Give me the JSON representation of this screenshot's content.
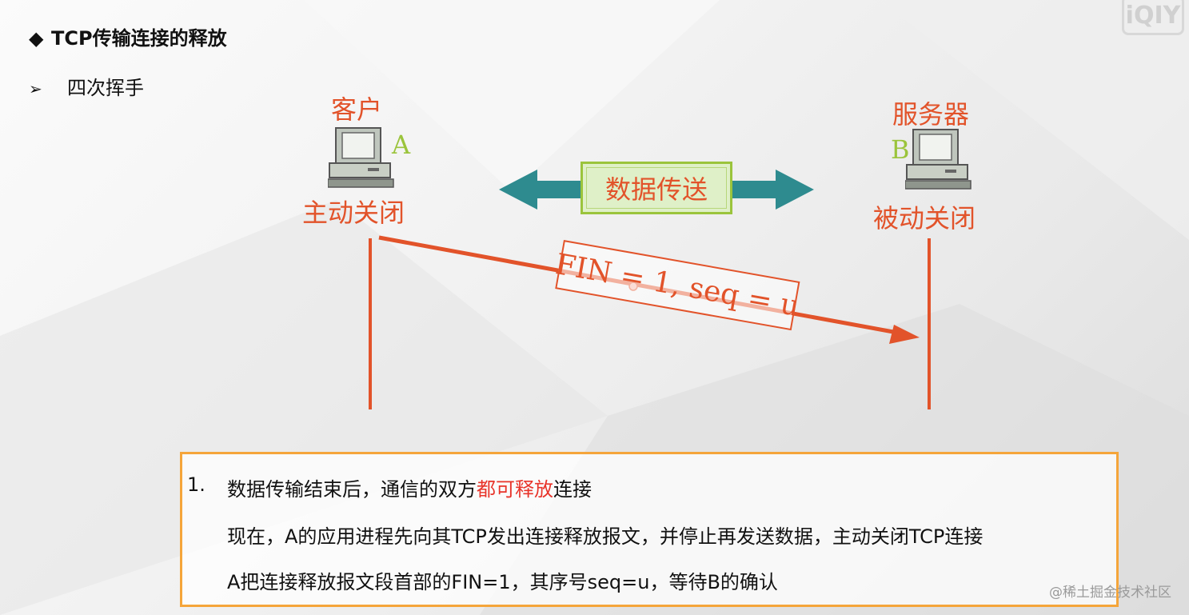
{
  "heading": {
    "bullet": "◆",
    "text": "TCP传输连接的释放"
  },
  "subheading": {
    "bullet": "➢",
    "text": "四次挥手"
  },
  "diagram": {
    "client_label": "客户",
    "client_letter": "A",
    "client_state": "主动关闭",
    "server_label": "服务器",
    "server_letter": "B",
    "server_state": "被动关闭",
    "data_transfer_label": "数据传送",
    "fin_message": "FIN = 1, seq = u",
    "colors": {
      "accent": "#e2532a",
      "green": "#9bc43c",
      "teal": "#2e8b8f",
      "box_border": "#f5a53a",
      "highlight": "#e8342a"
    }
  },
  "note": {
    "number": "1.",
    "line1_prefix": "数据传输结束后，通信的双方",
    "line1_highlight": "都可释放",
    "line1_suffix": "连接",
    "line2": "现在，A的应用进程先向其TCP发出连接释放报文，并停止再发送数据，主动关闭TCP连接",
    "line3": "A把连接释放报文段首部的FIN=1，其序号seq=u，等待B的确认"
  },
  "watermark": {
    "corner_logo": "iQIY",
    "site": "@稀土掘金技术社区"
  }
}
